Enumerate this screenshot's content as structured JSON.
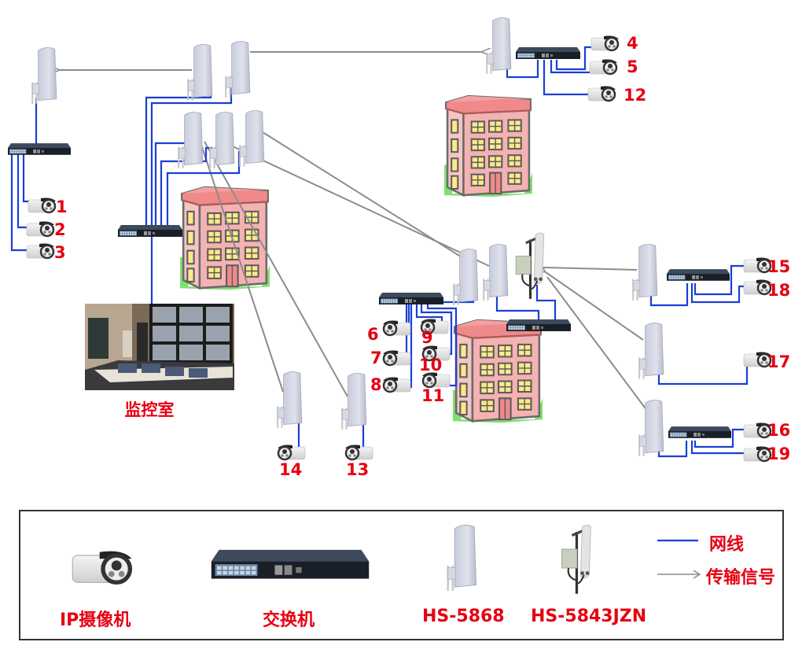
{
  "colors": {
    "cable": "#1a3fd6",
    "signal": "#8c8c8c",
    "label": "#e60012",
    "building_wall": "#f6b8b8",
    "building_roof": "#f08080",
    "window": "#fbe98a",
    "grass": "#7fe070"
  },
  "cameras": [
    {
      "id": "1",
      "label": "1"
    },
    {
      "id": "2",
      "label": "2"
    },
    {
      "id": "3",
      "label": "3"
    },
    {
      "id": "4",
      "label": "4"
    },
    {
      "id": "5",
      "label": "5"
    },
    {
      "id": "12",
      "label": "12"
    },
    {
      "id": "6",
      "label": "6"
    },
    {
      "id": "7",
      "label": "7"
    },
    {
      "id": "8",
      "label": "8"
    },
    {
      "id": "9",
      "label": "9"
    },
    {
      "id": "10",
      "label": "10"
    },
    {
      "id": "11",
      "label": "11"
    },
    {
      "id": "14",
      "label": "14"
    },
    {
      "id": "13",
      "label": "13"
    },
    {
      "id": "15",
      "label": "15"
    },
    {
      "id": "18",
      "label": "18"
    },
    {
      "id": "17",
      "label": "17"
    },
    {
      "id": "16",
      "label": "16"
    },
    {
      "id": "19",
      "label": "19"
    }
  ],
  "control_room": {
    "label": "监控室"
  },
  "legend": {
    "camera": "IP摄像机",
    "switch": "交换机",
    "cpe": "HS-5868",
    "sector": "HS-5843JZN",
    "cable_line": "网线",
    "signal_line": "传输信号"
  }
}
